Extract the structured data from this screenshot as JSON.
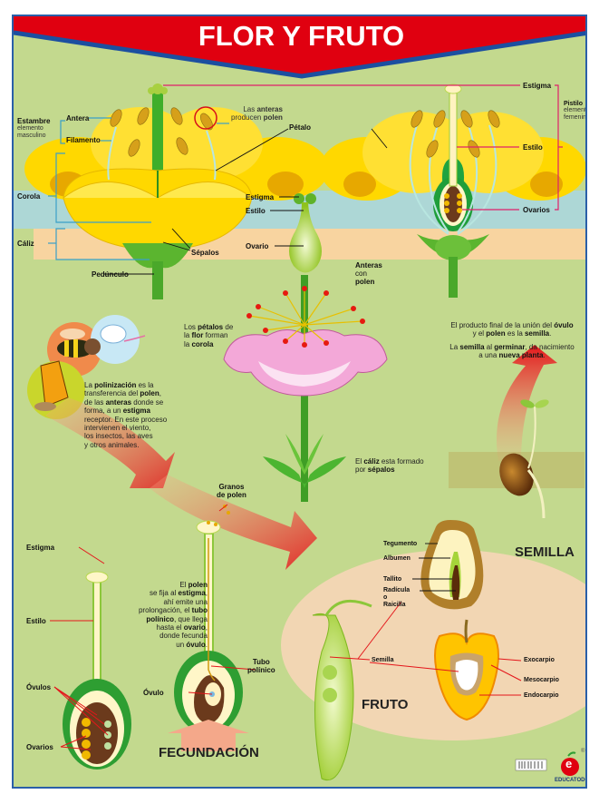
{
  "title": "FLOR Y FRUTO",
  "colors": {
    "header_red": "#e00010",
    "border_blue": "#2a5fa8",
    "background_green": "#c3d98e",
    "petal_yellow": "#ffd800",
    "pointer_pink": "#e0206a",
    "pointer_blue": "#3aa0c8"
  },
  "flower_external": {
    "estambre": {
      "title": "Estambre",
      "subtitle_1": "elemento",
      "subtitle_2": "masculino"
    },
    "antera": "Antera",
    "filamento": "Filamento",
    "corola": "Corola",
    "caliz": "Cáliz",
    "sepalos": "Sépalos",
    "peduncculo": "Pedúnculo",
    "petalo": "Pétalo",
    "antera_note_1": "Las",
    "antera_note_bold": "anteras",
    "antera_note_2": "producen",
    "antera_note_bold2": "polen"
  },
  "pistil_small": {
    "estigma": "Estigma",
    "estilo": "Estilo",
    "ovario": "Ovario"
  },
  "flower_section": {
    "estigma": "Estigma",
    "estilo": "Estilo",
    "ovarios": "Ovarios",
    "pistilo": {
      "title": "Pistilo",
      "subtitle_1": "elemento",
      "subtitle_2": "femenino"
    }
  },
  "anteras_con_polen": {
    "line1": "Anteras",
    "line2": "con",
    "line3": "polen"
  },
  "petalos_note": {
    "t1": "Los ",
    "b1": "pétalos",
    "t2": " de",
    "t3": "la ",
    "b2": "flor",
    "t4": " forman",
    "t5": "la ",
    "b3": "corola"
  },
  "caliz_note": {
    "t1": "El ",
    "b1": "cáliz",
    "t2": " esta formado",
    "t3": "por ",
    "b2": "sépalos"
  },
  "polinizacion": {
    "lines": [
      [
        "La ",
        {
          "b": "polinización"
        },
        " es la"
      ],
      [
        "transferencia del ",
        {
          "b": "polen"
        },
        ","
      ],
      [
        "de las ",
        {
          "b": "anteras"
        },
        " donde se"
      ],
      [
        "forma, a un ",
        {
          "b": "estigma"
        }
      ],
      [
        "receptor. En este proceso"
      ],
      [
        "intervienen el viento,"
      ],
      [
        "los insectos, las aves"
      ],
      [
        "y otros animales."
      ]
    ]
  },
  "semilla_note": {
    "p1": [
      [
        "El producto final de la unión del ",
        {
          "b": "óvulo"
        }
      ],
      [
        "y el ",
        {
          "b": "polen"
        },
        " es la ",
        {
          "b": "semilla"
        },
        "."
      ]
    ],
    "p2": [
      [
        "La ",
        {
          "b": "semilla"
        },
        " al ",
        {
          "b": "germinar"
        },
        ", da nacimiento"
      ],
      [
        "a una ",
        {
          "b": "nueva planta"
        },
        "."
      ]
    ]
  },
  "granos_de_polen": {
    "line1": "Granos",
    "line2": "de polen"
  },
  "pistil_large": {
    "estigma": "Estigma",
    "estilo": "Estilo",
    "ovulos": "Óvulos",
    "ovarios": "Ovarios"
  },
  "fecundacion": {
    "title": "FECUNDACIÓN",
    "ovulo": "Óvulo",
    "tubo_1": "Tubo",
    "tubo_2": "polínico",
    "lines": [
      [
        "El ",
        {
          "b": "polen"
        }
      ],
      [
        "se fija al ",
        {
          "b": "estigma"
        },
        ","
      ],
      [
        "ahí emite una"
      ],
      [
        "prolongación, el ",
        {
          "b": "tubo"
        }
      ],
      [
        {
          "b": "polínico"
        },
        ", que llega"
      ],
      [
        "hasta el ",
        {
          "b": "ovario"
        },
        ","
      ],
      [
        "donde fecunda"
      ],
      [
        "un ",
        {
          "b": "óvulo"
        },
        "."
      ]
    ]
  },
  "semilla": {
    "title": "SEMILLA",
    "tegumento": "Tegumento",
    "albumen": "Albumen",
    "tallito": "Tallito",
    "radicula_1": "Radícula",
    "radicula_2": "o",
    "radicula_3": "Raicilla"
  },
  "fruto": {
    "title": "FRUTO",
    "semilla": "Semilla",
    "exocarpio": "Exocarpio",
    "mesocarpio": "Mesocarpio",
    "endocarpio": "Endocarpio"
  },
  "logo": {
    "brand": "EDUCATODO",
    "letter": "e",
    "registered": "®"
  }
}
